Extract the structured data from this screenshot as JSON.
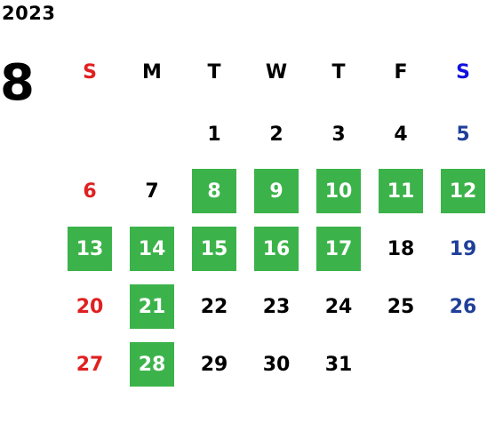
{
  "calendar": {
    "year": "2023",
    "month": "8",
    "weekdays": [
      "S",
      "M",
      "T",
      "W",
      "T",
      "F",
      "S"
    ],
    "colors": {
      "sunday": "#e02020",
      "saturday": "#1f3f9a",
      "saturday_header": "#1010e0",
      "highlight_bg": "#3cb34a",
      "highlight_text": "#ffffff"
    },
    "weeks": [
      [
        null,
        null,
        {
          "day": "1",
          "hl": false
        },
        {
          "day": "2",
          "hl": false
        },
        {
          "day": "3",
          "hl": false
        },
        {
          "day": "4",
          "hl": false
        },
        {
          "day": "5",
          "hl": false
        }
      ],
      [
        {
          "day": "6",
          "hl": false
        },
        {
          "day": "7",
          "hl": false
        },
        {
          "day": "8",
          "hl": true
        },
        {
          "day": "9",
          "hl": true
        },
        {
          "day": "10",
          "hl": true
        },
        {
          "day": "11",
          "hl": true
        },
        {
          "day": "12",
          "hl": true
        }
      ],
      [
        {
          "day": "13",
          "hl": true
        },
        {
          "day": "14",
          "hl": true
        },
        {
          "day": "15",
          "hl": true
        },
        {
          "day": "16",
          "hl": true
        },
        {
          "day": "17",
          "hl": true
        },
        {
          "day": "18",
          "hl": false
        },
        {
          "day": "19",
          "hl": false
        }
      ],
      [
        {
          "day": "20",
          "hl": false
        },
        {
          "day": "21",
          "hl": true
        },
        {
          "day": "22",
          "hl": false
        },
        {
          "day": "23",
          "hl": false
        },
        {
          "day": "24",
          "hl": false
        },
        {
          "day": "25",
          "hl": false
        },
        {
          "day": "26",
          "hl": false
        }
      ],
      [
        {
          "day": "27",
          "hl": false
        },
        {
          "day": "28",
          "hl": true
        },
        {
          "day": "29",
          "hl": false
        },
        {
          "day": "30",
          "hl": false
        },
        {
          "day": "31",
          "hl": false
        },
        null,
        null
      ]
    ]
  }
}
